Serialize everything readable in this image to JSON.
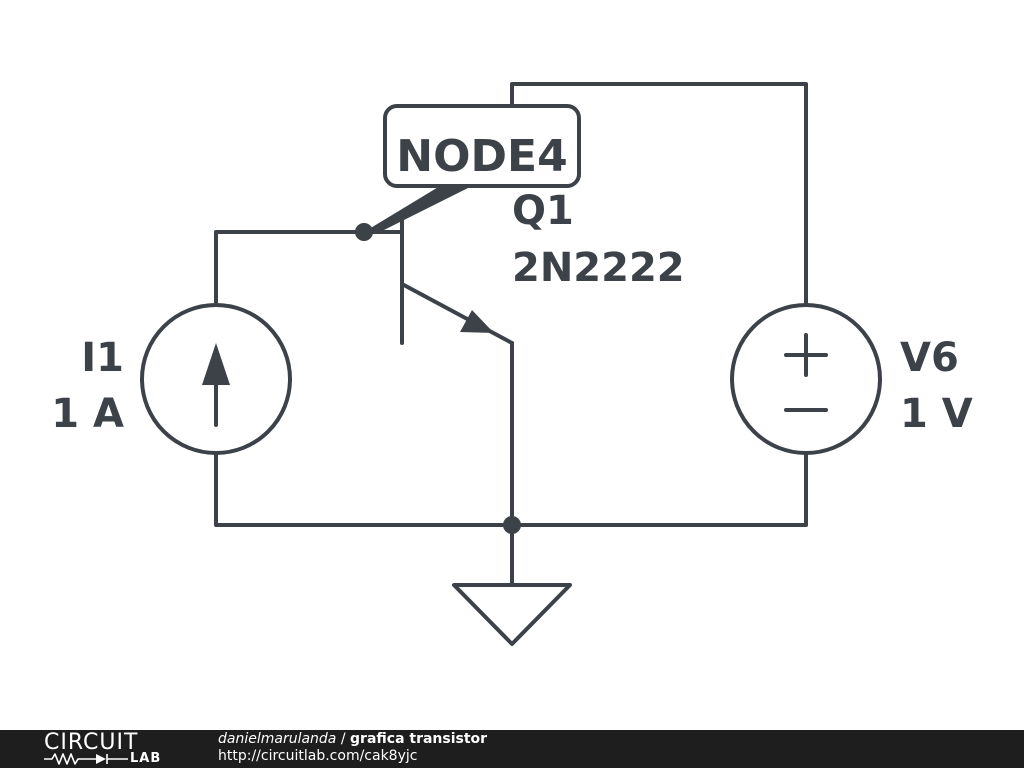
{
  "schematic": {
    "node_label": "NODE4",
    "transistor": {
      "ref": "Q1",
      "part": "2N2222"
    },
    "current_source": {
      "ref": "I1",
      "value": "1 A"
    },
    "voltage_source": {
      "ref": "V6",
      "value": "1 V",
      "plus": "+",
      "minus": "−"
    }
  },
  "footer": {
    "logo_top": "CIRCUIT",
    "logo_bottom": "LAB",
    "author": "danielmarulanda",
    "separator": " / ",
    "title": "grafica transistor",
    "url": "http://circuitlab.com/cak8yjc"
  },
  "colors": {
    "ink": "#3c4248",
    "footer_bg": "#1e1e1e",
    "footer_text": "#ffffff"
  }
}
